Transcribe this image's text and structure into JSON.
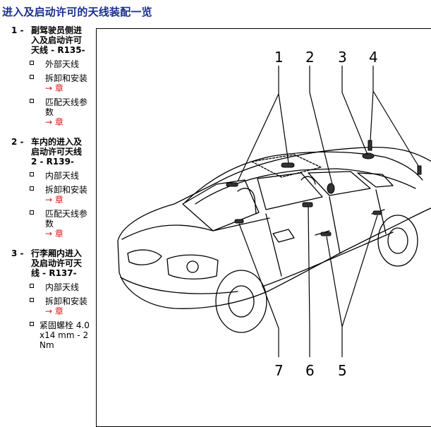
{
  "title": "进入及启动许可的天线装配一览",
  "arrow": "→",
  "legend": [
    {
      "num": "1 -",
      "name": "副驾驶员侧进入及启动许可天线 - R135-",
      "subs": [
        {
          "text": "外部天线",
          "ref": ""
        },
        {
          "text": "拆卸和安装",
          "ref": "章"
        },
        {
          "text": "匹配天线参数",
          "ref": "章"
        }
      ]
    },
    {
      "num": "2 -",
      "name": "车内的进入及启动许可天线 2 - R139-",
      "subs": [
        {
          "text": "内部天线",
          "ref": ""
        },
        {
          "text": "拆卸和安装",
          "ref": "章"
        },
        {
          "text": "匹配天线参数",
          "ref": "章"
        }
      ]
    },
    {
      "num": "3 -",
      "name": "行李厢内进入及启动许可天线 - R137-",
      "subs": [
        {
          "text": "内部天线",
          "ref": ""
        },
        {
          "text": "拆卸和安装",
          "ref": "章"
        },
        {
          "text": "紧固螺栓 4.0x14 mm - 2 Nm",
          "ref": ""
        }
      ]
    }
  ],
  "figure": {
    "callouts": [
      "1",
      "2",
      "3",
      "4",
      "5",
      "6",
      "7"
    ]
  }
}
